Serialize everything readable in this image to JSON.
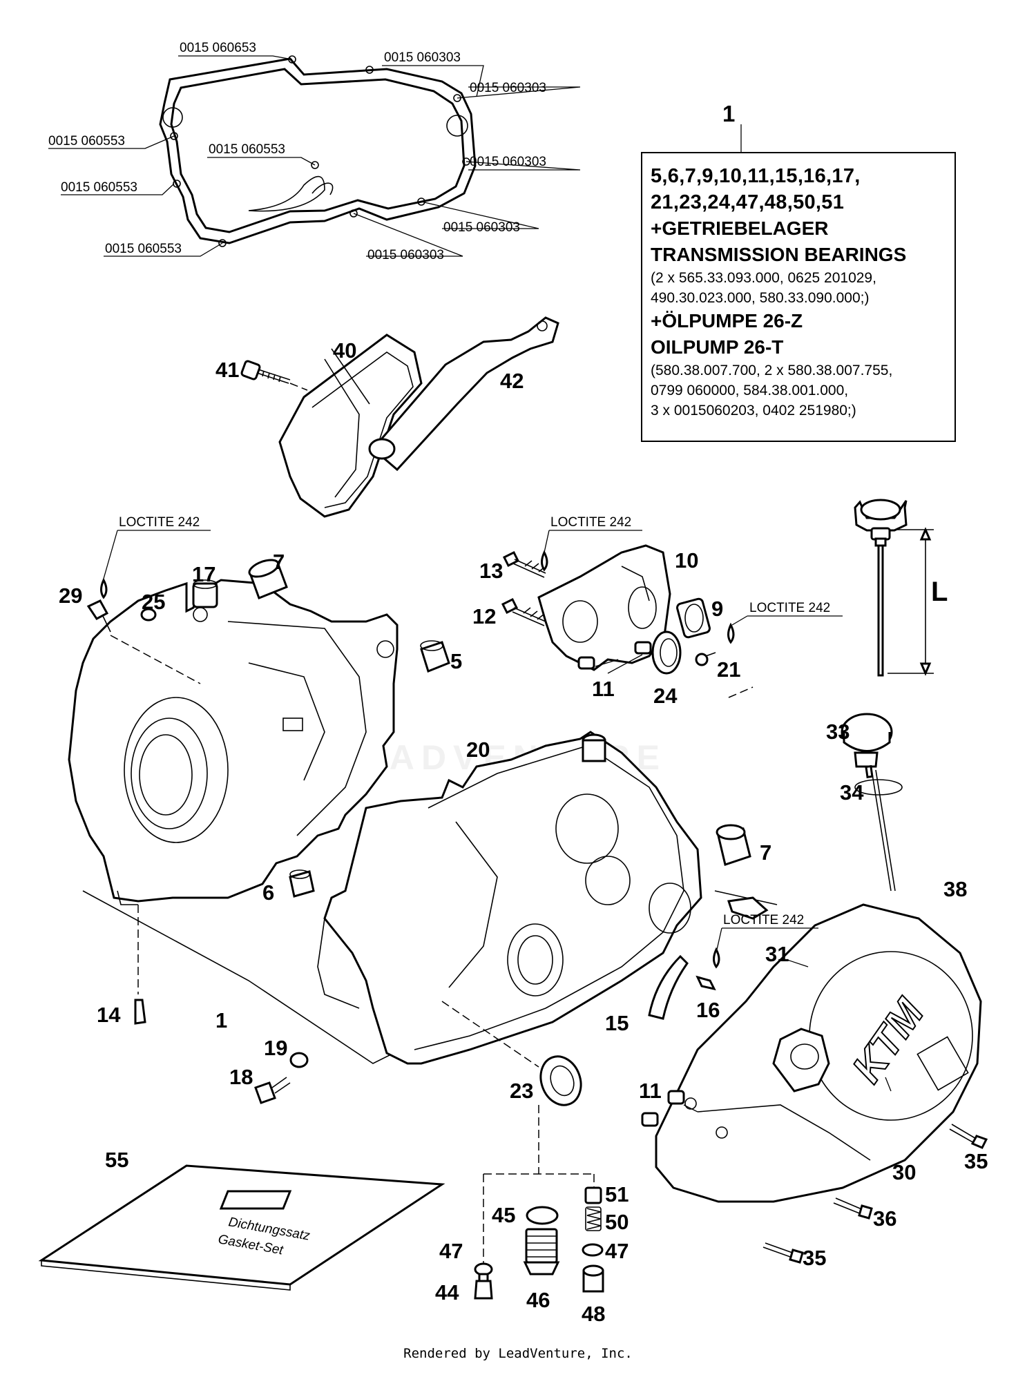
{
  "gasket_codes": {
    "c1": "0015 060653",
    "c2": "0015 060303",
    "c3": "0015 060303",
    "c4": "0015 060553",
    "c5": "0015 060553",
    "c6": "0015 060303",
    "c7": "0015 060553",
    "c8": "0015 060303",
    "c9": "0015 060553",
    "c10": "0015 060303"
  },
  "loctite": {
    "a": "LOCTITE 242",
    "b": "LOCTITE 242",
    "c": "LOCTITE 242",
    "d": "LOCTITE 242"
  },
  "info_box": {
    "number": "1",
    "line1": "5,6,7,9,10,11,15,16,17,",
    "line2": "21,23,24,47,48,50,51",
    "line3": "+GETRIEBELAGER",
    "line4": "TRANSMISSION BEARINGS",
    "line5": "(2 x 565.33.093.000, 0625 201029,",
    "line6": "490.30.023.000, 580.33.090.000;)",
    "line7": "+ÖLPUMPE 26-Z",
    "line8": "OILPUMP 26-T",
    "line9": "(580.38.007.700, 2 x 580.38.007.755,",
    "line10": "0799 060000, 584.38.001.000,",
    "line11": "3 x 0015060203, 0402 251980;)"
  },
  "dimension_label": "L",
  "kit_labels": {
    "line1": "Dichtungssatz",
    "line2": "Gasket-Set"
  },
  "cover_logo": "KTM",
  "watermark": "LEADVENTURE",
  "parts": {
    "p40": "40",
    "p41": "41",
    "p42": "42",
    "p7a": "7",
    "p17": "17",
    "p29": "29",
    "p25": "25",
    "p13": "13",
    "p10": "10",
    "p12": "12",
    "p9": "9",
    "p21": "21",
    "p11a": "11",
    "p24": "24",
    "p5": "5",
    "p20": "20",
    "p33": "33",
    "p34": "34",
    "p7b": "7",
    "p6": "6",
    "p38": "38",
    "p31": "31",
    "p14": "14",
    "p1": "1",
    "p15": "15",
    "p16": "16",
    "p19": "19",
    "p18": "18",
    "p23": "23",
    "p11b": "11",
    "p35a": "35",
    "p30": "30",
    "p55": "55",
    "p51": "51",
    "p45": "45",
    "p50": "50",
    "p47a": "47",
    "p47b": "47",
    "p36": "36",
    "p44": "44",
    "p46": "46",
    "p48": "48",
    "p35b": "35"
  },
  "footer": "Rendered by LeadVenture, Inc."
}
